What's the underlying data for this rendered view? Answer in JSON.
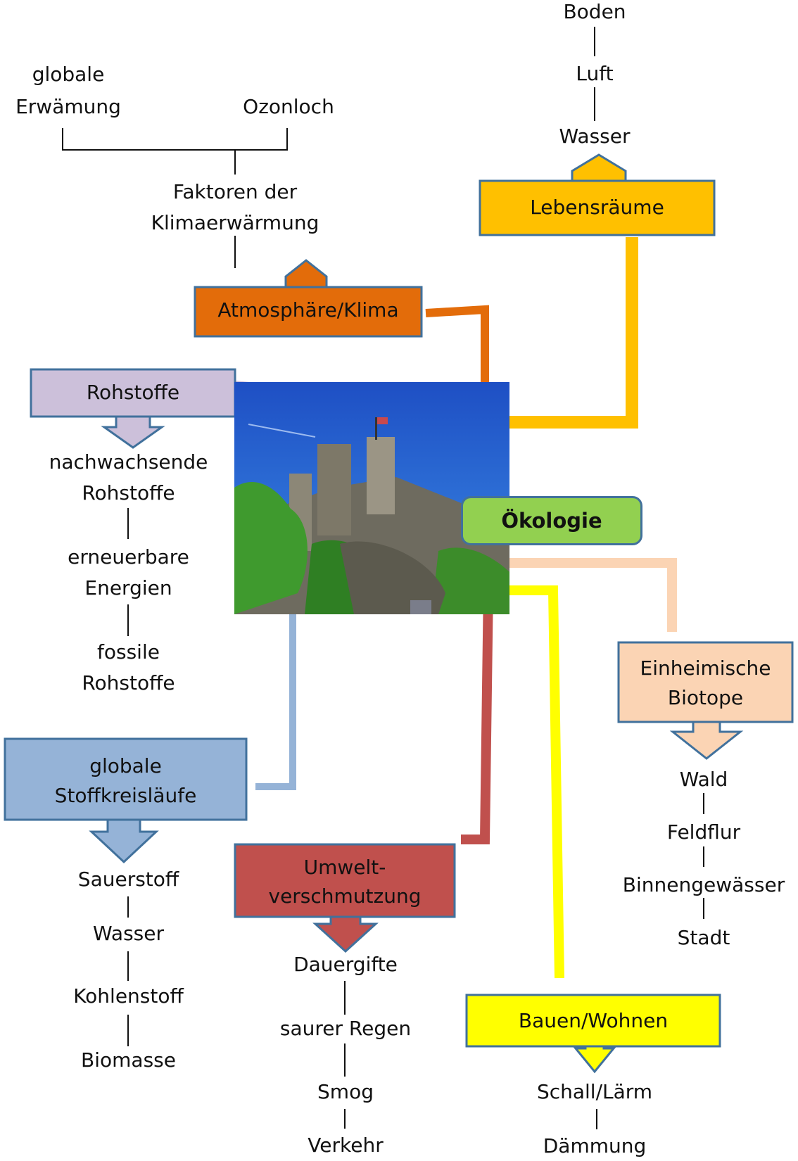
{
  "center": {
    "label": "Ökologie"
  },
  "atmosphaere": {
    "box": "Atmosphäre/Klima",
    "factors_line1": "Faktoren der",
    "factors_line2": "Klimaerwärmung",
    "global_line1": "globale",
    "global_line2": "Erwämung",
    "ozon": "Ozonloch"
  },
  "lebensraeume": {
    "box": "Lebensräume",
    "items": [
      "Boden",
      "Luft",
      "Wasser"
    ]
  },
  "rohstoffe": {
    "box": "Rohstoffe",
    "items": [
      {
        "l1": "nachwachsende",
        "l2": "Rohstoffe"
      },
      {
        "l1": "erneuerbare",
        "l2": "Energien"
      },
      {
        "l1": "fossile",
        "l2": "Rohstoffe"
      }
    ]
  },
  "stoffkreislaeufe": {
    "box_line1": "globale",
    "box_line2": "Stoffkreisläufe",
    "items": [
      "Sauerstoff",
      "Wasser",
      "Kohlenstoff",
      "Biomasse"
    ]
  },
  "umwelt": {
    "box_line1": "Umwelt-",
    "box_line2": "verschmutzung",
    "items": [
      "Dauergifte",
      "saurer Regen",
      "Smog",
      "Verkehr"
    ]
  },
  "bauen": {
    "box": "Bauen/Wohnen",
    "items": [
      "Schall/Lärm",
      "Dämmung"
    ]
  },
  "biotope": {
    "box_line1": "Einheimische",
    "box_line2": "Biotope",
    "items": [
      "Wald",
      "Feldflur",
      "Binnengewässer",
      "Stadt"
    ]
  },
  "colors": {
    "atmosphaere": "#e36c0a",
    "lebensraeume": "#ffc000",
    "rohstoffe": "#ccc0da",
    "stoffkreislaeufe": "#95b3d7",
    "umwelt": "#c0504d",
    "bauen": "#ffff00",
    "biotope": "#fbd4b4",
    "oekologie": "#92d050",
    "outline": "#41719c"
  }
}
